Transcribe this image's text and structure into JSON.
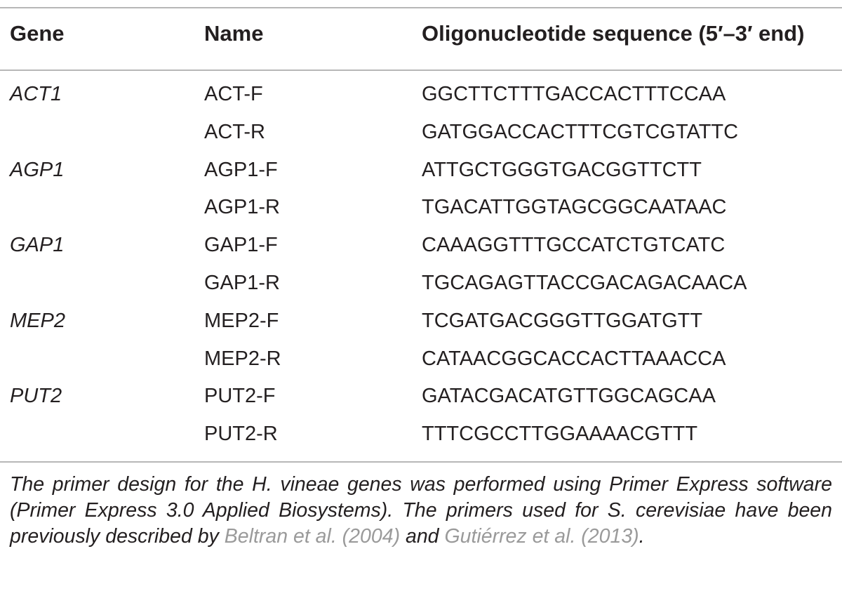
{
  "table": {
    "headers": {
      "gene": "Gene",
      "name": "Name",
      "sequence": "Oligonucleotide sequence (5′–3′ end)"
    },
    "rows": [
      {
        "gene": "ACT1",
        "name": "ACT-F",
        "sequence": "GGCTTCTTTGACCACTTTCCAA"
      },
      {
        "gene": "",
        "name": "ACT-R",
        "sequence": "GATGGACCACTTTCGTCGTATTC"
      },
      {
        "gene": "AGP1",
        "name": "AGP1-F",
        "sequence": "ATTGCTGGGTGACGGTTCTT"
      },
      {
        "gene": "",
        "name": "AGP1-R",
        "sequence": "TGACATTGGTAGCGGCAATAAC"
      },
      {
        "gene": "GAP1",
        "name": "GAP1-F",
        "sequence": "CAAAGGTTTGCCATCTGTCATC"
      },
      {
        "gene": "",
        "name": "GAP1-R",
        "sequence": "TGCAGAGTTACCGACAGACAACA"
      },
      {
        "gene": "MEP2",
        "name": "MEP2-F",
        "sequence": "TCGATGACGGGTTGGATGTT"
      },
      {
        "gene": "",
        "name": "MEP2-R",
        "sequence": "CATAACGGCACCACTTAAACCA"
      },
      {
        "gene": "PUT2",
        "name": "PUT2-F",
        "sequence": "GATACGACATGTTGGCAGCAA"
      },
      {
        "gene": "",
        "name": "PUT2-R",
        "sequence": "TTTCGCCTTGGAAAACGTTT"
      }
    ]
  },
  "footnote": {
    "text_1": "The primer design for the H. vineae genes was performed using Primer Express software (Primer Express 3.0 Applied Biosystems). The primers used for S. cerevisiae have been previously described by ",
    "ref_1": "Beltran et al. (2004)",
    "text_2": " and ",
    "ref_2": "Gutiérrez et al. (2013)",
    "text_3": "."
  },
  "colors": {
    "text": "#231f20",
    "rule": "#b7b7b7",
    "reference_link": "#9a9a9a"
  }
}
